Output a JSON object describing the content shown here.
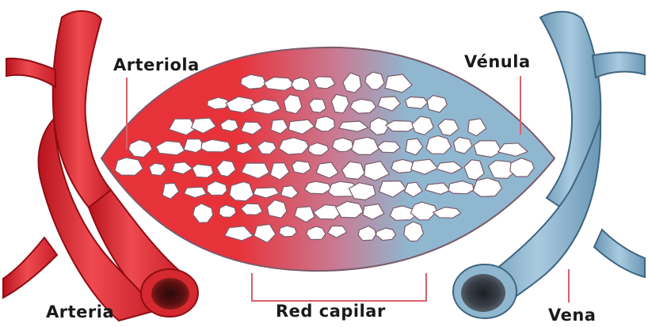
{
  "labels": {
    "arteriola": "Arteriola",
    "venula": "Vénula",
    "arteria": "Arteria",
    "red_capilar": "Red capilar",
    "vena": "Vena"
  },
  "colors": {
    "artery": "#e8323a",
    "artery_dark": "#b8141e",
    "vein": "#8fb7d0",
    "vein_dark": "#5d8aa8",
    "leader": "#d9606a"
  }
}
